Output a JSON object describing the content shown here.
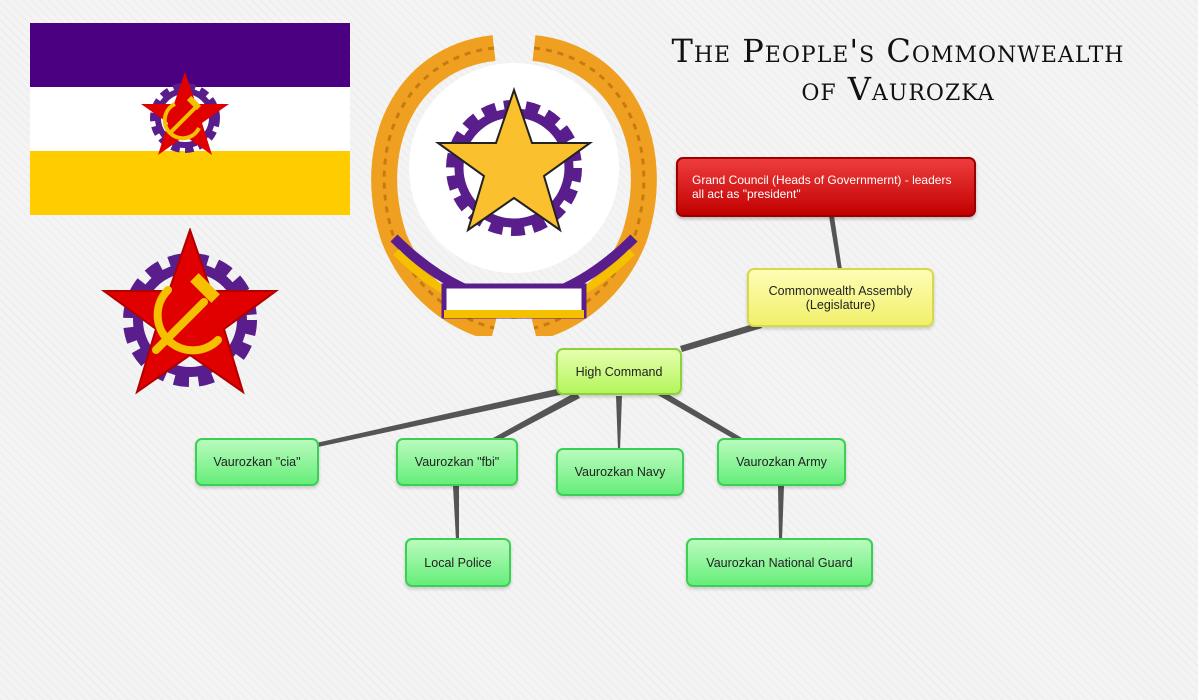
{
  "title": {
    "line1": "The People's Commonwealth",
    "line2": "of Vaurozka"
  },
  "flag": {
    "colors": [
      "#4b0082",
      "#ffffff",
      "#ffcc00"
    ]
  },
  "emblem_colors": {
    "red": "#e00000",
    "yellow": "#f5c000",
    "purple": "#5a1e8c",
    "gold": "#f0a020"
  },
  "org_chart": {
    "nodes": {
      "grand_council": "Grand Council (Heads of Governmernt) - leaders all act as \"president\"",
      "assembly": "Commonwealth Assembly (Legislature)",
      "high_command": "High Command",
      "cia": "Vaurozkan \"cia\"",
      "fbi": "Vaurozkan \"fbi\"",
      "navy": "Vaurozkan Navy",
      "army": "Vaurozkan Army",
      "police": "Local Police",
      "guard": "Vaurozkan National Guard"
    },
    "links": [
      [
        "grand_council",
        "assembly"
      ],
      [
        "assembly",
        "high_command"
      ],
      [
        "high_command",
        "cia"
      ],
      [
        "high_command",
        "fbi"
      ],
      [
        "high_command",
        "navy"
      ],
      [
        "high_command",
        "army"
      ],
      [
        "fbi",
        "police"
      ],
      [
        "army",
        "guard"
      ]
    ]
  }
}
